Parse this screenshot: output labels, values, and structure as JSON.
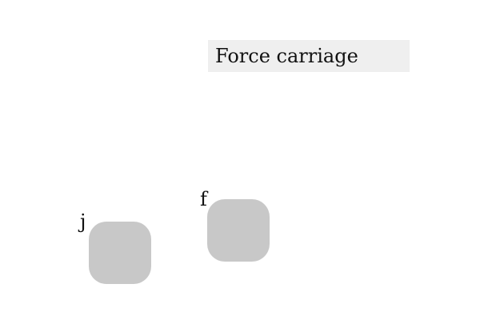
{
  "title": {
    "text": "Force carriage"
  },
  "keys": [
    {
      "label": "j"
    },
    {
      "label": "f"
    }
  ],
  "colors": {
    "title_background": "#efefef",
    "key_fill": "#c8c8c8",
    "text": "#111111",
    "background": "#ffffff"
  }
}
